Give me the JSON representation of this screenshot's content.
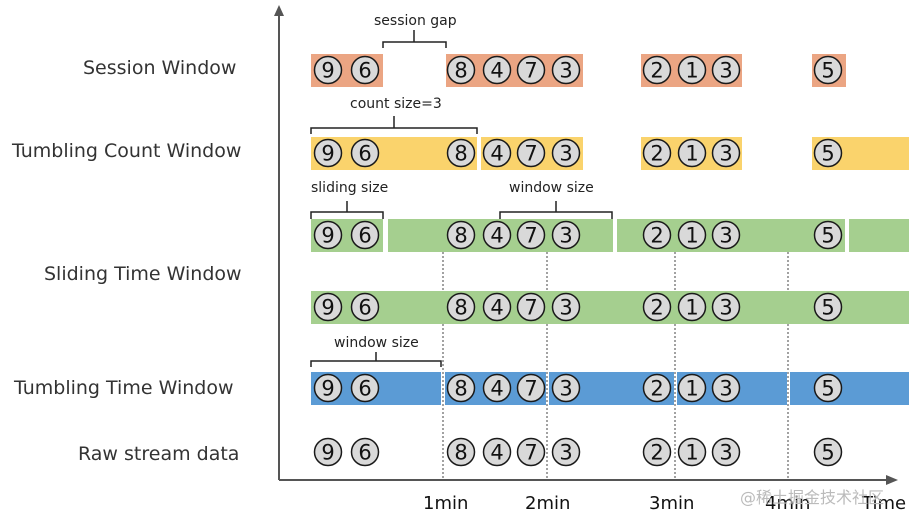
{
  "colors": {
    "session": "#EBA583",
    "count": "#FAD36C",
    "sliding": "#A5CF8F",
    "tumbling_time": "#5B9BD5",
    "circle_fill": "#D9D9D9",
    "axis": "#555555"
  },
  "labels": {
    "session": "Session Window",
    "count": "Tumbling Count Window",
    "sliding": "Sliding Time Window",
    "tumbling_time": "Tumbling Time Window",
    "raw": "Raw stream data"
  },
  "annotations": {
    "session_gap": "session gap",
    "count_size": "count size=3",
    "sliding_size": "sliding size",
    "window_size_sliding": "window size",
    "window_size_tumbling": "window size"
  },
  "axis": {
    "ticks": [
      "1min",
      "2min",
      "3min",
      "4min"
    ],
    "time_label": "Time"
  },
  "events": [
    "9",
    "6",
    "8",
    "4",
    "7",
    "3",
    "2",
    "1",
    "3",
    "5"
  ],
  "watermark": "@稀土掘金技术社区"
}
